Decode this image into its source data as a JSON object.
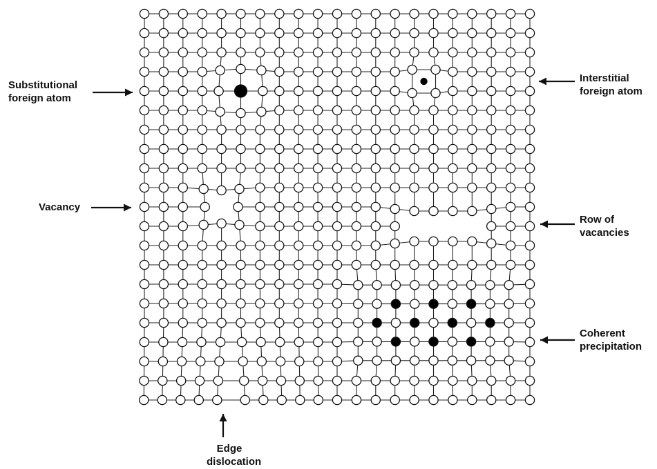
{
  "labels": {
    "substitutional": [
      "Substitutional",
      "foreign atom"
    ],
    "interstitial": [
      "Interstitial",
      "foreign atom"
    ],
    "vacancy": "Vacancy",
    "row_of_vacancies": [
      "Row of",
      "vacancies"
    ],
    "coherent": [
      "Coherent",
      "precipitation"
    ],
    "edge_dislocation": [
      "Edge",
      "dislocation"
    ]
  },
  "colors": {
    "atom_fill": "#ffffff",
    "foreign_atom_fill": "#000000",
    "bond": "#222222",
    "text": "#111111"
  }
}
